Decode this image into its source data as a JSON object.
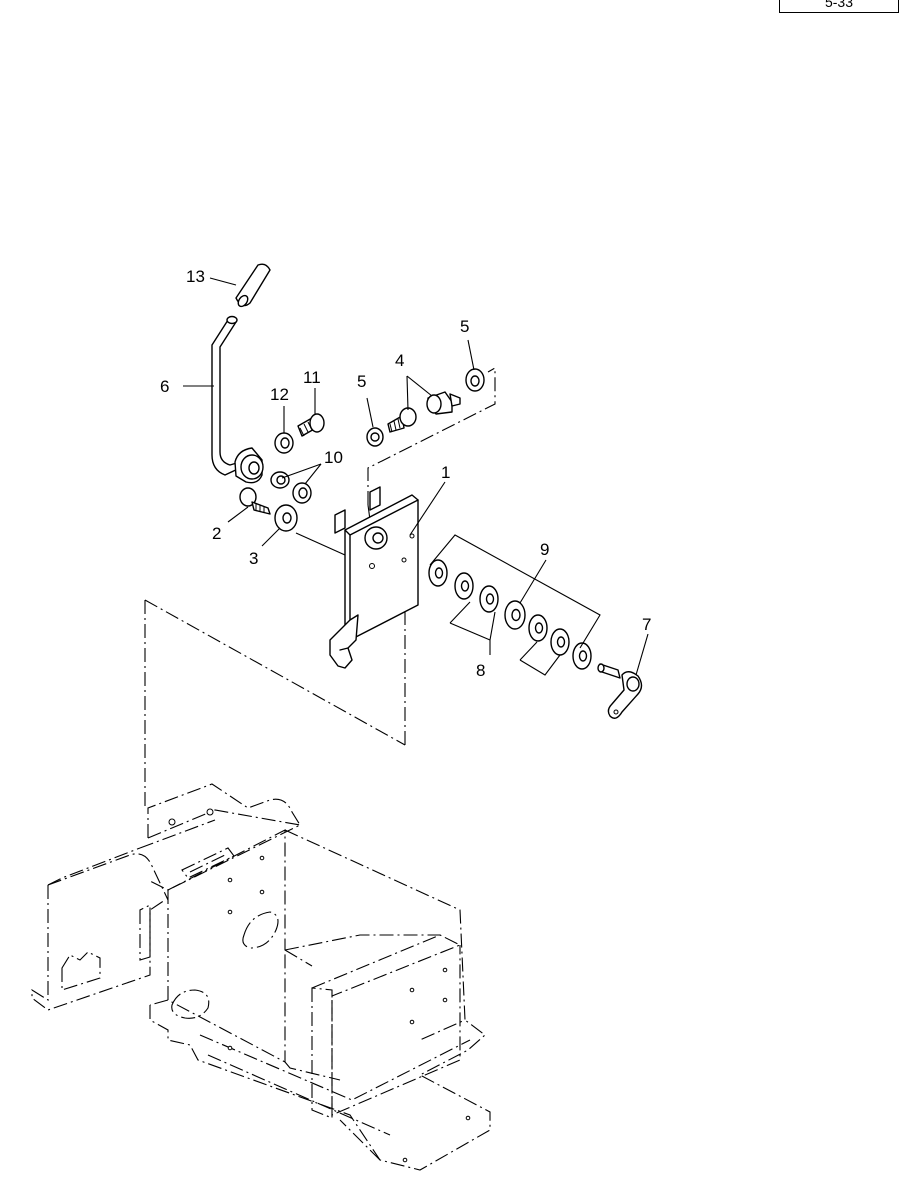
{
  "page_ref": "5-33",
  "callouts": {
    "c1": "1",
    "c2": "2",
    "c3": "3",
    "c4": "4",
    "c5a": "5",
    "c5b": "5",
    "c6": "6",
    "c7": "7",
    "c8": "8",
    "c9": "9",
    "c10": "10",
    "c11": "11",
    "c12": "12",
    "c13": "13"
  }
}
